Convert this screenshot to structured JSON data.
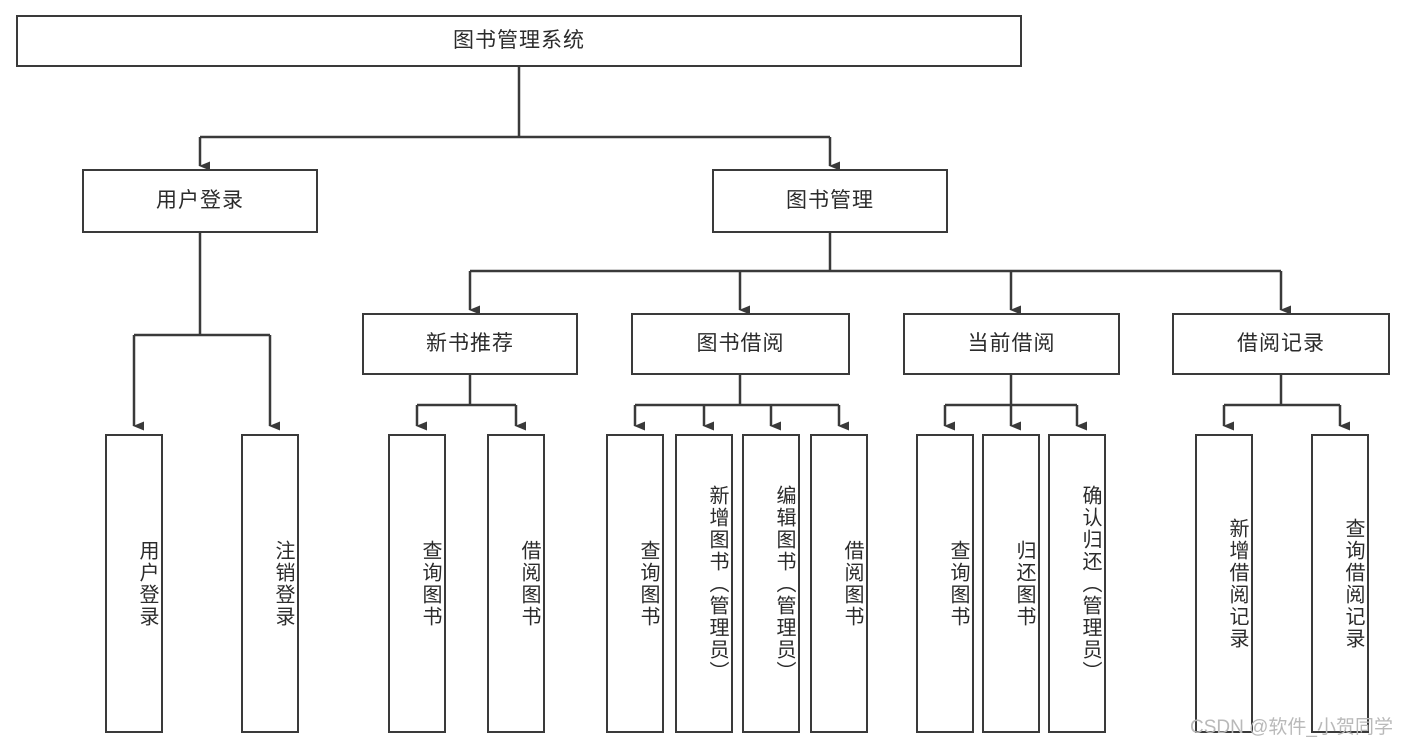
{
  "diagram": {
    "title_box": {
      "label": "图书管理系统"
    },
    "level2": [
      {
        "id": "user-login",
        "label": "用户登录"
      },
      {
        "id": "book-management",
        "label": "图书管理"
      }
    ],
    "level3": [
      {
        "id": "new-book-recommend",
        "label": "新书推荐"
      },
      {
        "id": "book-borrow",
        "label": "图书借阅"
      },
      {
        "id": "current-borrow",
        "label": "当前借阅"
      },
      {
        "id": "borrow-record",
        "label": "借阅记录"
      }
    ],
    "leaves": {
      "user_login": [
        {
          "id": "leaf-user-login",
          "label": "用户登录"
        },
        {
          "id": "leaf-logout-login",
          "label": "注销登录"
        }
      ],
      "new_book_recommend": [
        {
          "id": "leaf-query-book-1",
          "label": "查询图书"
        },
        {
          "id": "leaf-borrow-book-1",
          "label": "借阅图书"
        }
      ],
      "book_borrow": [
        {
          "id": "leaf-query-book-2",
          "label": "查询图书"
        },
        {
          "id": "leaf-add-book",
          "label": "新增图书（管理员）"
        },
        {
          "id": "leaf-edit-book",
          "label": "编辑图书（管理员）"
        },
        {
          "id": "leaf-borrow-book-2",
          "label": "借阅图书"
        }
      ],
      "current_borrow": [
        {
          "id": "leaf-query-book-3",
          "label": "查询图书"
        },
        {
          "id": "leaf-return-book",
          "label": "归还图书"
        },
        {
          "id": "leaf-confirm-return",
          "label": "确认归还（管理员）"
        }
      ],
      "borrow_record": [
        {
          "id": "leaf-add-record",
          "label": "新增借阅记录"
        },
        {
          "id": "leaf-query-record",
          "label": "查询借阅记录"
        }
      ]
    },
    "watermark": {
      "text": "CSDN @软件_小贺同学"
    },
    "colors": {
      "stroke": "#3a3a3a",
      "background": "#ffffff",
      "text": "#2b2b2b",
      "watermark": "#b9b9b9"
    }
  }
}
